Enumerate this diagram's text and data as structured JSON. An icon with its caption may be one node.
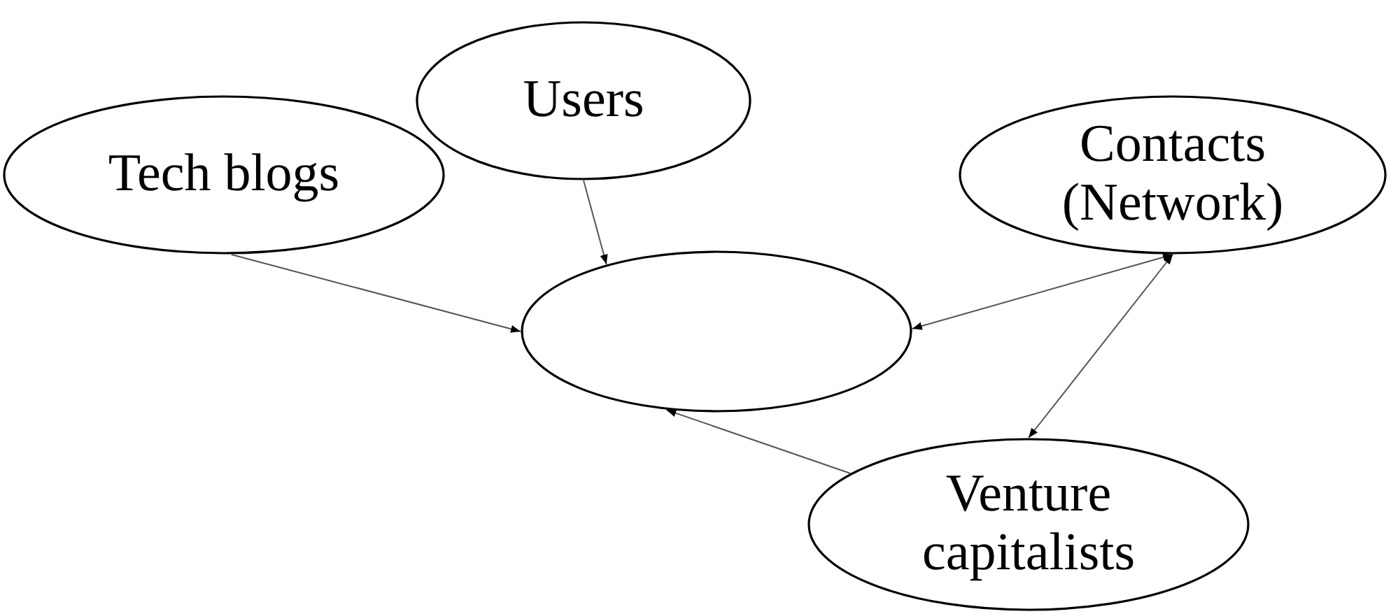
{
  "diagram": {
    "nodes": [
      {
        "text": [
          "Tech blogs"
        ]
      },
      {
        "text": [
          "Users"
        ]
      },
      {
        "text": [
          "Contacts (Network)"
        ]
      },
      {
        "text": [],
        "shape": "ellipse"
      },
      {
        "text": [
          "Venture capitalists"
        ]
      }
    ],
    "edges": [
      {
        "from": 0,
        "to": 3,
        "arrow": "to"
      },
      {
        "from": 1,
        "to": 3,
        "arrow": "to"
      },
      {
        "from": 3,
        "to": 2,
        "arrow": "both"
      },
      {
        "from": 2,
        "to": 4,
        "arrow": "both"
      },
      {
        "from": 4,
        "to": 3,
        "arrow": "to"
      }
    ]
  }
}
